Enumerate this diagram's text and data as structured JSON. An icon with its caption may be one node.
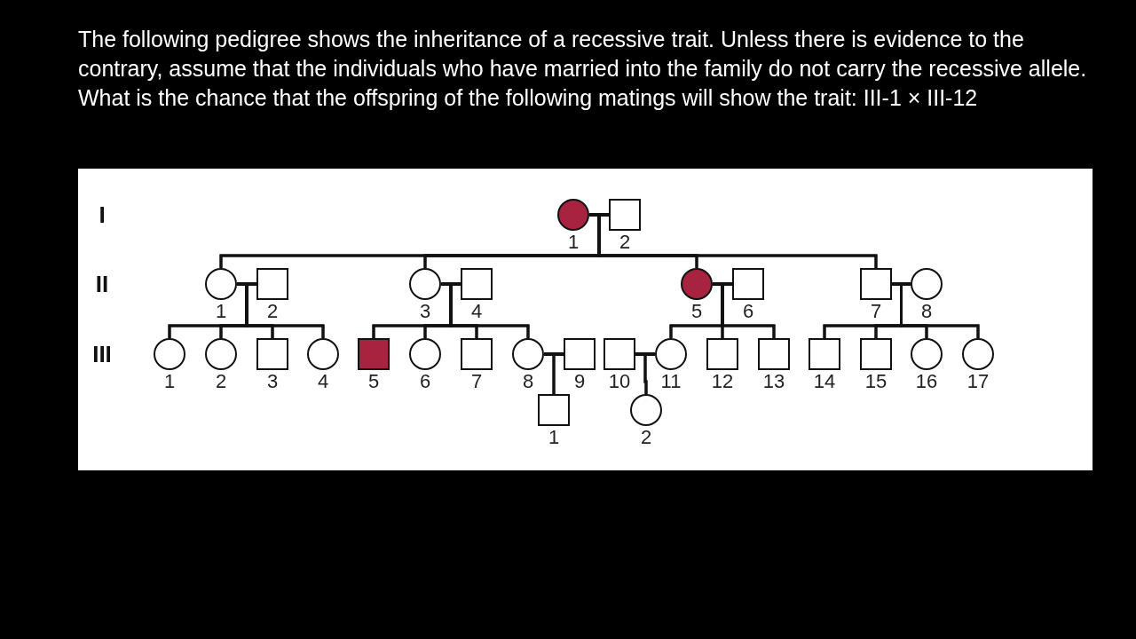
{
  "diagram": {
    "title": "The following pedigree shows the inheritance of a recessive trait. Unless there is evidence to the contrary, assume that the individuals who have married into the family do not carry the recessive allele. What is the chance that the offspring of the following matings will show the trait: III-1 × III-12",
    "nodes": [
      {
        "text": [],
        "shape": "circle",
        "beside": [
          "1"
        ]
      },
      {
        "text": [],
        "shape": "box",
        "beside": [
          "2"
        ]
      },
      {
        "text": [],
        "shape": "circle",
        "beside": [
          "1"
        ]
      },
      {
        "text": [],
        "shape": "box",
        "beside": [
          "2"
        ]
      },
      {
        "text": [],
        "shape": "circle",
        "beside": [
          "3"
        ]
      },
      {
        "text": [],
        "shape": "box",
        "beside": [
          "4"
        ]
      },
      {
        "text": [],
        "shape": "circle",
        "beside": [
          "5"
        ]
      },
      {
        "text": [],
        "shape": "box",
        "beside": [
          "6"
        ]
      },
      {
        "text": [],
        "shape": "box",
        "beside": [
          "7"
        ]
      },
      {
        "text": [],
        "shape": "circle",
        "beside": [
          "8"
        ]
      },
      {
        "text": [],
        "shape": "circle",
        "beside": [
          "1"
        ]
      },
      {
        "text": [],
        "shape": "circle",
        "beside": [
          "2"
        ]
      },
      {
        "text": [],
        "shape": "box",
        "beside": [
          "3"
        ]
      },
      {
        "text": [],
        "shape": "circle",
        "beside": [
          "4"
        ]
      },
      {
        "text": [],
        "shape": "box",
        "beside": [
          "5"
        ]
      },
      {
        "text": [],
        "shape": "circle",
        "beside": [
          "6"
        ]
      },
      {
        "text": [],
        "shape": "box",
        "beside": [
          "7"
        ]
      },
      {
        "text": [],
        "shape": "circle",
        "beside": [
          "8"
        ]
      },
      {
        "text": [],
        "shape": "box",
        "beside": [
          "9"
        ]
      },
      {
        "text": [],
        "shape": "box",
        "beside": [
          "10"
        ]
      },
      {
        "text": [],
        "shape": "circle",
        "beside": [
          "11"
        ]
      },
      {
        "text": [],
        "shape": "box",
        "beside": [
          "12"
        ]
      },
      {
        "text": [],
        "shape": "box",
        "beside": [
          "13"
        ]
      },
      {
        "text": [],
        "shape": "box",
        "beside": [
          "14"
        ]
      },
      {
        "text": [],
        "shape": "box",
        "beside": [
          "15"
        ]
      },
      {
        "text": [],
        "shape": "circle",
        "beside": [
          "16"
        ]
      },
      {
        "text": [],
        "shape": "circle",
        "beside": [
          "17"
        ]
      },
      {
        "text": [],
        "shape": "box",
        "beside": [
          "1"
        ]
      },
      {
        "text": [],
        "shape": "circle",
        "beside": [
          "2"
        ]
      }
    ],
    "edges": [
      {
        "from": 0,
        "to": 1,
        "arrow": "none"
      },
      {
        "from": 0,
        "to": 2,
        "arrow": "none"
      },
      {
        "from": 1,
        "to": 2,
        "arrow": "none"
      },
      {
        "from": 0,
        "to": 4,
        "arrow": "none"
      },
      {
        "from": 1,
        "to": 4,
        "arrow": "none"
      },
      {
        "from": 0,
        "to": 6,
        "arrow": "none"
      },
      {
        "from": 1,
        "to": 6,
        "arrow": "none"
      },
      {
        "from": 0,
        "to": 8,
        "arrow": "none"
      },
      {
        "from": 1,
        "to": 8,
        "arrow": "none"
      },
      {
        "from": 2,
        "to": 3,
        "arrow": "none"
      },
      {
        "from": 2,
        "to": 10,
        "arrow": "none"
      },
      {
        "from": 3,
        "to": 10,
        "arrow": "none"
      },
      {
        "from": 2,
        "to": 11,
        "arrow": "none"
      },
      {
        "from": 3,
        "to": 11,
        "arrow": "none"
      },
      {
        "from": 2,
        "to": 12,
        "arrow": "none"
      },
      {
        "from": 3,
        "to": 12,
        "arrow": "none"
      },
      {
        "from": 2,
        "to": 13,
        "arrow": "none"
      },
      {
        "from": 3,
        "to": 13,
        "arrow": "none"
      },
      {
        "from": 4,
        "to": 5,
        "arrow": "none"
      },
      {
        "from": 4,
        "to": 14,
        "arrow": "none"
      },
      {
        "from": 5,
        "to": 14,
        "arrow": "none"
      },
      {
        "from": 4,
        "to": 15,
        "arrow": "none"
      },
      {
        "from": 5,
        "to": 15,
        "arrow": "none"
      },
      {
        "from": 4,
        "to": 16,
        "arrow": "none"
      },
      {
        "from": 5,
        "to": 16,
        "arrow": "none"
      },
      {
        "from": 4,
        "to": 17,
        "arrow": "none"
      },
      {
        "from": 5,
        "to": 17,
        "arrow": "none"
      },
      {
        "from": 6,
        "to": 7,
        "arrow": "none"
      },
      {
        "from": 6,
        "to": 20,
        "arrow": "none"
      },
      {
        "from": 7,
        "to": 20,
        "arrow": "none"
      },
      {
        "from": 6,
        "to": 21,
        "arrow": "none"
      },
      {
        "from": 7,
        "to": 21,
        "arrow": "none"
      },
      {
        "from": 6,
        "to": 22,
        "arrow": "none"
      },
      {
        "from": 7,
        "to": 22,
        "arrow": "none"
      },
      {
        "from": 8,
        "to": 9,
        "arrow": "none"
      },
      {
        "from": 8,
        "to": 23,
        "arrow": "none"
      },
      {
        "from": 9,
        "to": 23,
        "arrow": "none"
      },
      {
        "from": 8,
        "to": 24,
        "arrow": "none"
      },
      {
        "from": 9,
        "to": 24,
        "arrow": "none"
      },
      {
        "from": 8,
        "to": 25,
        "arrow": "none"
      },
      {
        "from": 9,
        "to": 25,
        "arrow": "none"
      },
      {
        "from": 8,
        "to": 26,
        "arrow": "none"
      },
      {
        "from": 9,
        "to": 26,
        "arrow": "none"
      },
      {
        "from": 17,
        "to": 18,
        "arrow": "none"
      },
      {
        "from": 17,
        "to": 27,
        "arrow": "none"
      },
      {
        "from": 18,
        "to": 27,
        "arrow": "none"
      },
      {
        "from": 19,
        "to": 20,
        "arrow": "none"
      },
      {
        "from": 19,
        "to": 28,
        "arrow": "none"
      },
      {
        "from": 20,
        "to": 28,
        "arrow": "none"
      }
    ],
    "labels": [
      "I",
      "II",
      "III"
    ]
  }
}
